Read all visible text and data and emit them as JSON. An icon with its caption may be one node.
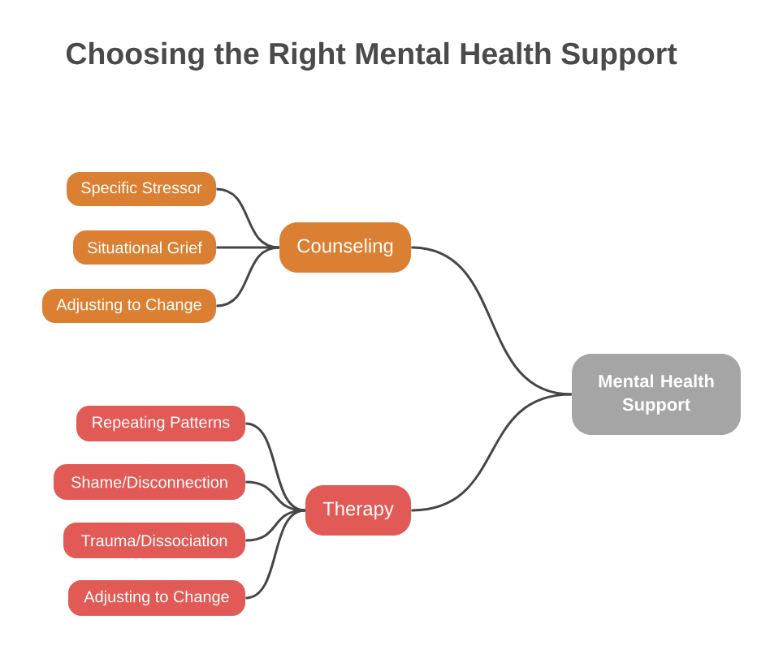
{
  "diagram": {
    "title": "Choosing the Right Mental Health Support",
    "nodes": [
      {
        "text": [
          "Mental Health Support"
        ]
      },
      {
        "text": [
          "Counseling"
        ]
      },
      {
        "text": [
          "Specific Stressor"
        ]
      },
      {
        "text": [
          "Situational Grief"
        ]
      },
      {
        "text": [
          "Adjusting to Change"
        ]
      },
      {
        "text": [
          "Therapy"
        ]
      },
      {
        "text": [
          "Repeating Patterns"
        ]
      },
      {
        "text": [
          "Shame/Disconnection"
        ]
      },
      {
        "text": [
          "Trauma/Dissociation"
        ]
      },
      {
        "text": [
          "Adjusting to Change"
        ]
      }
    ],
    "edges": [
      {
        "from": 0,
        "to": 1,
        "arrow": "none"
      },
      {
        "from": 1,
        "to": 2,
        "arrow": "none"
      },
      {
        "from": 1,
        "to": 3,
        "arrow": "none"
      },
      {
        "from": 1,
        "to": 4,
        "arrow": "none"
      },
      {
        "from": 0,
        "to": 5,
        "arrow": "none"
      },
      {
        "from": 5,
        "to": 6,
        "arrow": "none"
      },
      {
        "from": 5,
        "to": 7,
        "arrow": "none"
      },
      {
        "from": 5,
        "to": 8,
        "arrow": "none"
      },
      {
        "from": 5,
        "to": 9,
        "arrow": "none"
      }
    ]
  }
}
